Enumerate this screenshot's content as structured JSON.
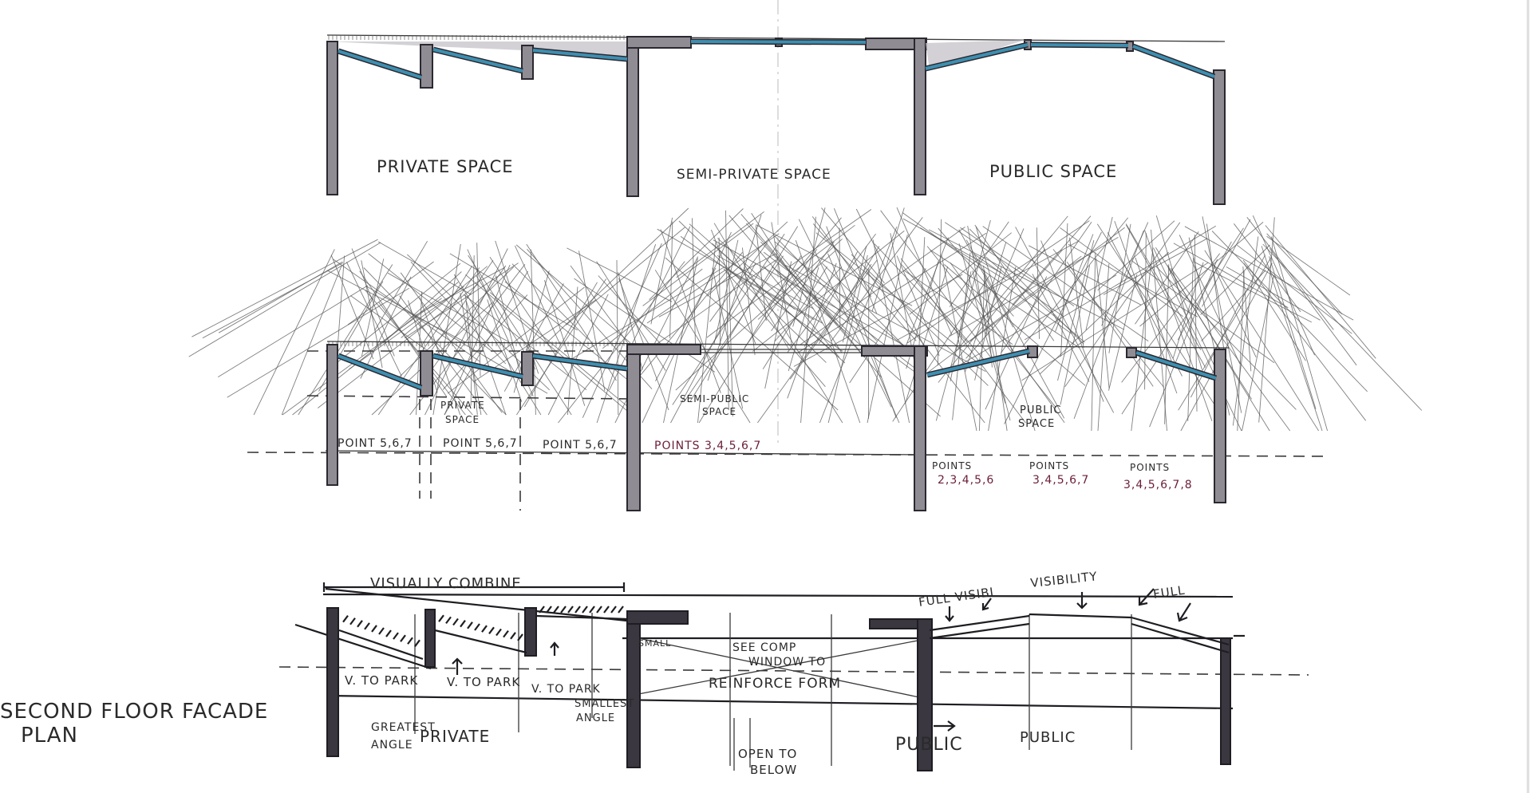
{
  "section1": {
    "private_label": "PRIVATE SPACE",
    "semi_label": "SEMI-PRIVATE SPACE",
    "public_label": "PUBLIC SPACE"
  },
  "section2": {
    "private_label_1": "PRIVATE",
    "private_label_2": "SPACE",
    "semi_label_1": "SEMI-PUBLIC",
    "semi_label_2": "SPACE",
    "public_label_1": "PUBLIC",
    "public_label_2": "SPACE",
    "points": [
      "POINT 5,6,7",
      "POINT 5,6,7",
      "POINT 5,6,7",
      "POINTS 3,4,5,6,7"
    ],
    "public_points": [
      {
        "title": "POINTS",
        "values": "2,3,4,5,6"
      },
      {
        "title": "POINTS",
        "values": "3,4,5,6,7"
      },
      {
        "title": "POINTS",
        "values": "3,4,5,6,7,8"
      }
    ]
  },
  "section3": {
    "visually_combine": "VISUALLY COMBINE",
    "to_park_1": "V. TO PARK",
    "to_park_2": "V. TO PARK",
    "to_park_3": "V. TO PARK",
    "smallest_1": "SMALLEST",
    "smallest_2": "ANGLE",
    "greatest_1": "GREATEST",
    "greatest_2": "ANGLE",
    "private": "PRIVATE",
    "sbo_1": "SEE COMP",
    "sbo_2": "WINDOW TO",
    "reinforce": "REINFORCE FORM",
    "open_1": "OPEN TO",
    "open_2": "BELOW",
    "public_1": "PUBLIC",
    "public_2": "PUBLIC",
    "full_vis": "FULL VISIBI",
    "visibility": "VISIBILITY",
    "full": "FULL",
    "small_label": "SMALL"
  },
  "title": {
    "line1": "SECOND FLOOR  FACADE",
    "line2": "PLAN"
  }
}
